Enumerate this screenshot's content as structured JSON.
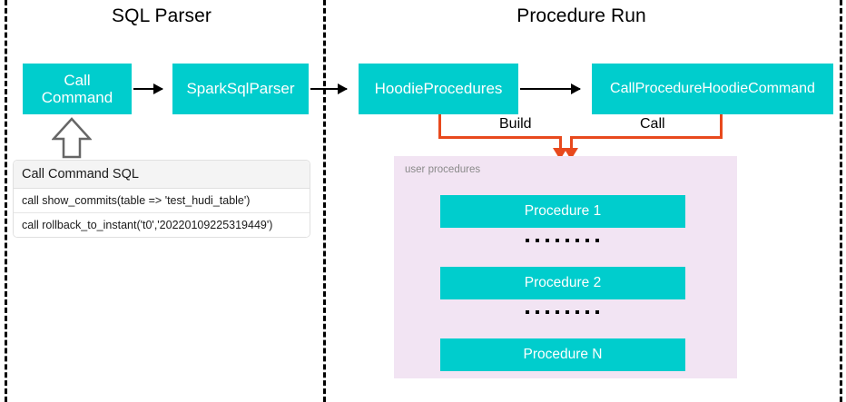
{
  "diagram": {
    "sections": [
      {
        "id": "sql-parser",
        "title": "SQL Parser"
      },
      {
        "id": "procedure-run",
        "title": "Procedure Run"
      }
    ],
    "nodes": {
      "call_command": "Call\nCommand",
      "spark_sql_parser": "SparkSqlParser",
      "hoodie_procedures": "HoodieProcedures",
      "call_procedure_hoodie_command": "CallProcedureHoodieCommand"
    },
    "connectors": {
      "build_label": "Build",
      "call_label": "Call"
    },
    "sql_panel": {
      "header": "Call Command SQL",
      "statements": [
        "call show_commits(table => 'test_hudi_table')",
        "call rollback_to_instant('t0','20220109225319449')"
      ]
    },
    "user_procedures": {
      "label": "user procedures",
      "items": [
        {
          "label": "Procedure 1"
        },
        {
          "label": "Procedure 2"
        },
        {
          "label": "Procedure N"
        }
      ],
      "ellipsis_dot_count": 8
    },
    "colors": {
      "teal": "#00CDCD",
      "orange": "#E8491D",
      "panel_lavender": "#F2E4F3",
      "divider": "#000000",
      "label_gray": "#8A8A8A"
    }
  }
}
